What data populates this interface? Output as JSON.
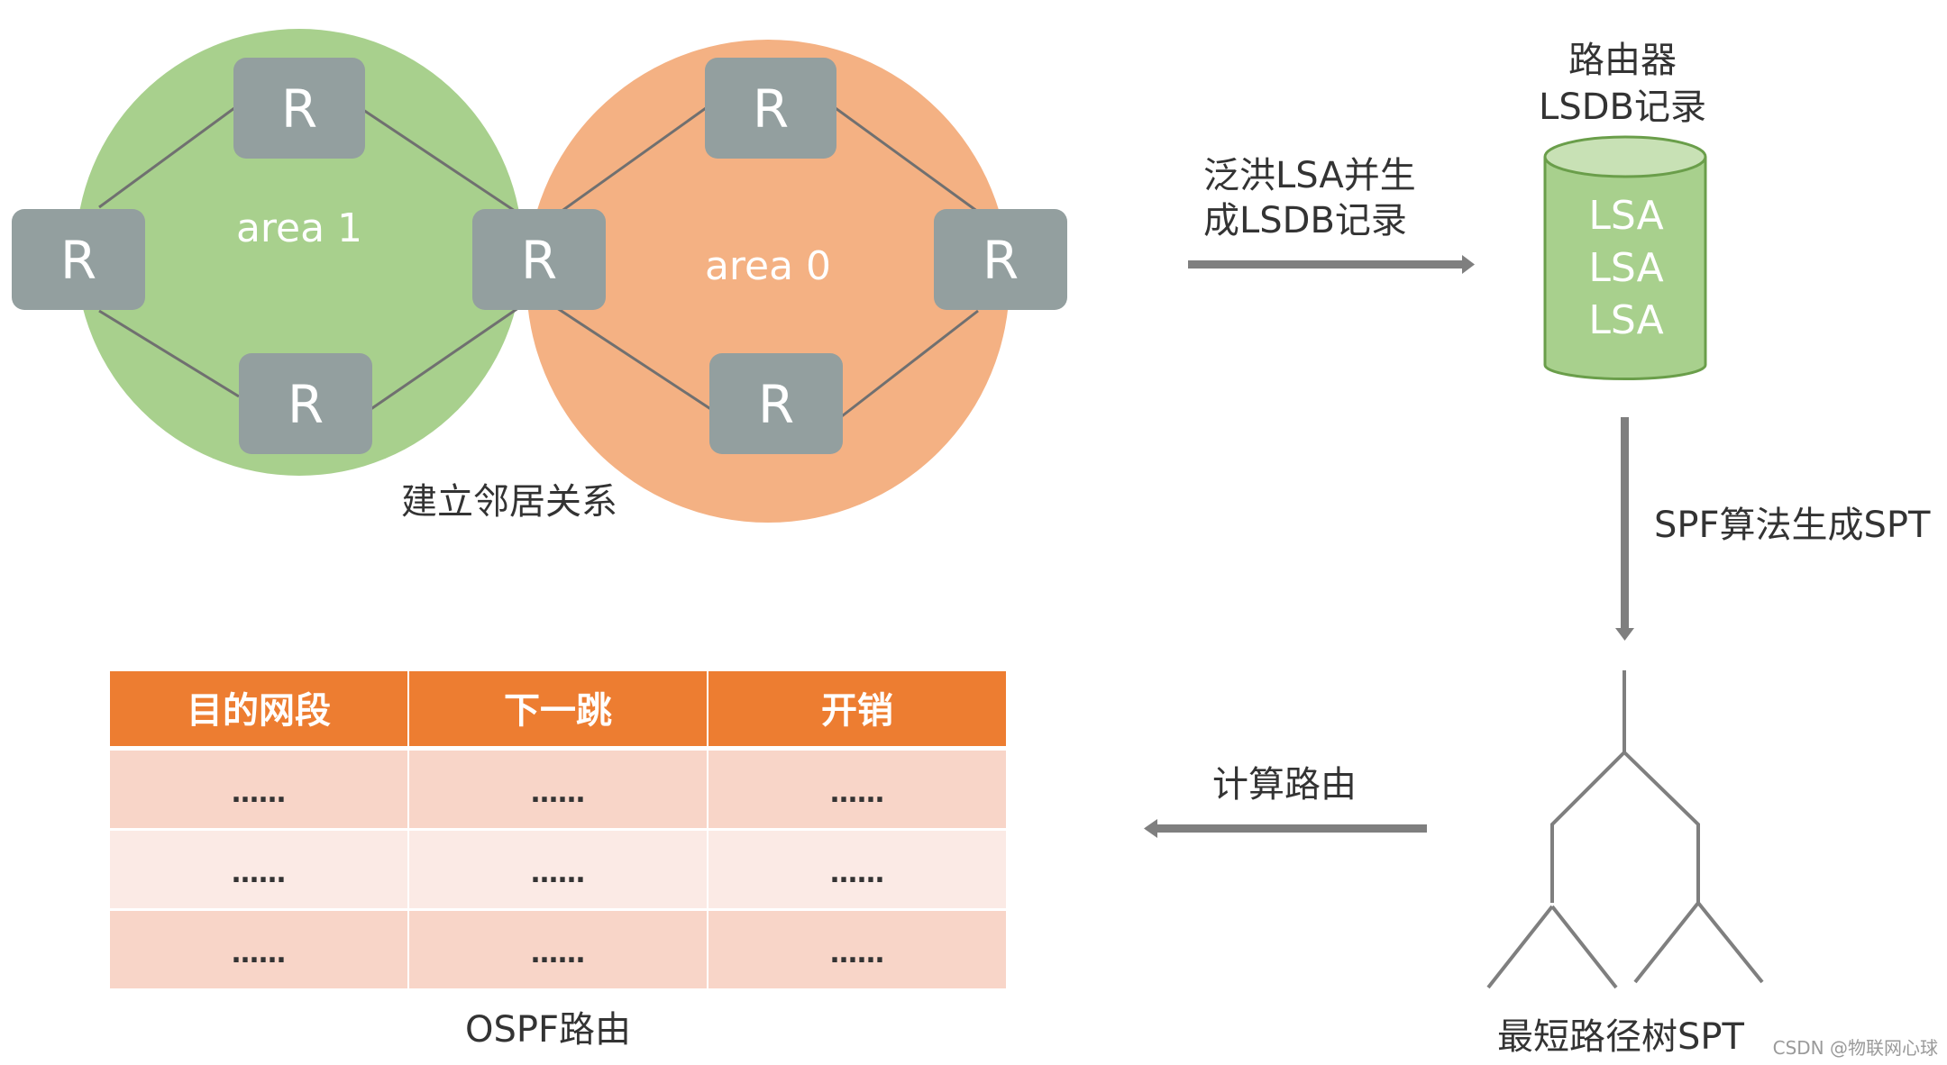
{
  "diagram": {
    "router_label": "R",
    "areas": [
      {
        "id": "area1",
        "label": "area 1",
        "color": "#a8d08d"
      },
      {
        "id": "area0",
        "label": "area 0",
        "color": "#f4b183"
      }
    ],
    "router_color": "#939f9f",
    "adjacency_caption": "建立邻居关系",
    "flood_label_line1": "泛洪LSA并生",
    "flood_label_line2": "成LSDB记录",
    "lsdb_title_line1": "路由器",
    "lsdb_title_line2": "LSDB记录",
    "lsdb_entries": [
      "LSA",
      "LSA",
      "LSA"
    ],
    "lsdb_color": "#a8d08d",
    "spf_label": "SPF算法生成SPT",
    "tree_caption": "最短路径树SPT",
    "compute_label": "计算路由",
    "table_caption": "OSPF路由",
    "table": {
      "header_color": "#ed7d31",
      "headers": [
        "目的网段",
        "下一跳",
        "开销"
      ],
      "rows": [
        [
          "……",
          "……",
          "……"
        ],
        [
          "……",
          "……",
          "……"
        ],
        [
          "……",
          "……",
          "……"
        ]
      ]
    },
    "watermark": "CSDN @物联网心球"
  }
}
